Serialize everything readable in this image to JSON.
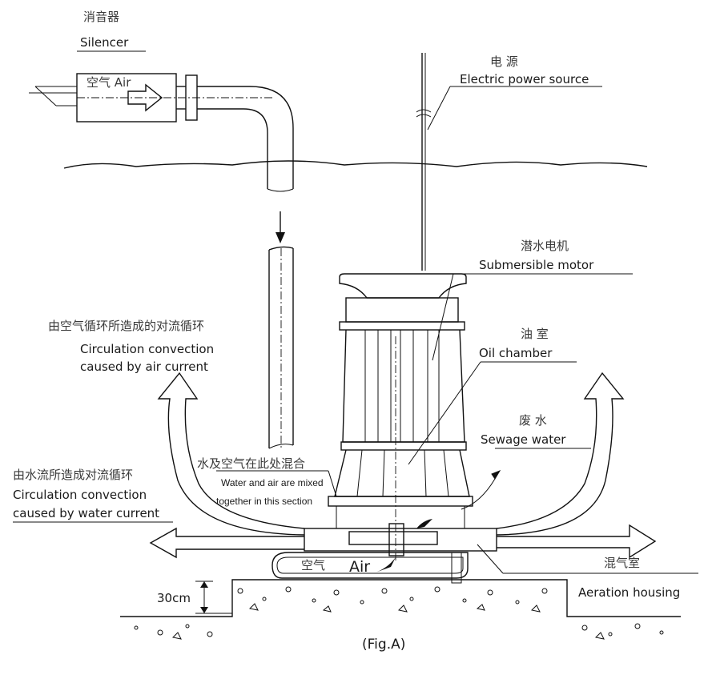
{
  "labels": {
    "silencer_zh": "消音器",
    "silencer_en": "Silencer",
    "air_in_pipe": "空气 Air",
    "power_zh": "电 源",
    "power_en": "Electric power source",
    "motor_zh": "潜水电机",
    "motor_en": "Submersible motor",
    "air_circ_zh": "由空气循环所造成的对流循环",
    "air_circ_en1": "Circulation  convection",
    "air_circ_en2": "caused by air current",
    "oil_zh": "油 室",
    "oil_en": "Oil chamber",
    "sewage_zh": "废 水",
    "sewage_en": "Sewage water",
    "mix_zh": "水及空气在此处混合",
    "mix_en1": "Water and air are mixed",
    "mix_en2": "together in this section",
    "water_circ_zh": "由水流所造成对流循环",
    "water_circ_en1": "Circulation  convection",
    "water_circ_en2": "caused by water current",
    "air_bottom_zh": "空气",
    "air_bottom_en": "Air",
    "aeration_zh": "混气室",
    "aeration_en": "Aeration housing",
    "depth": "30cm",
    "figure": "(Fig.A)"
  }
}
